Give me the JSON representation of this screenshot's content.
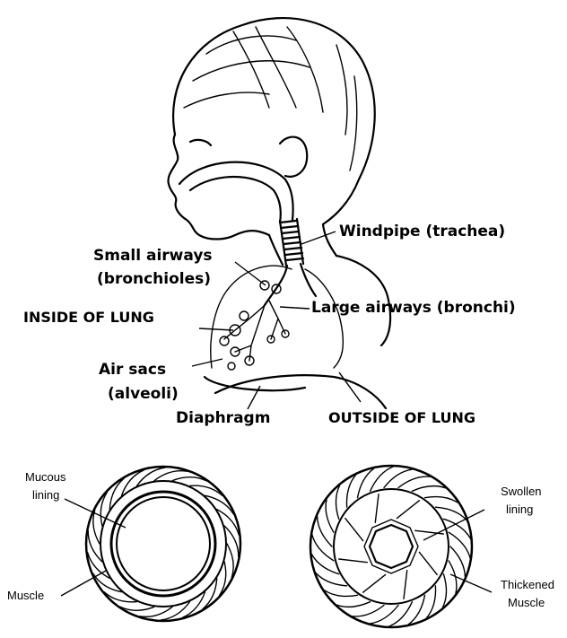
{
  "top_diagram": {
    "labels": {
      "windpipe": "Windpipe (trachea)",
      "small_airways_line1": "Small airways",
      "small_airways_line2": "(bronchioles)",
      "inside_of_lung": "INSIDE OF LUNG",
      "large_airways": "Large airways (bronchi)",
      "air_sacs_line1": "Air sacs",
      "air_sacs_line2": "(alveoli)",
      "diaphragm": "Diaphragm",
      "outside_of_lung": "OUTSIDE OF LUNG"
    }
  },
  "bottom_diagram": {
    "normal_airway": {
      "mucous_line1": "Mucous",
      "mucous_line2": "lining",
      "muscle": "Muscle"
    },
    "inflamed_airway": {
      "swollen_line1": "Swollen",
      "swollen_line2": "lining",
      "thickened_line1": "Thickened",
      "thickened_line2": "Muscle"
    }
  }
}
